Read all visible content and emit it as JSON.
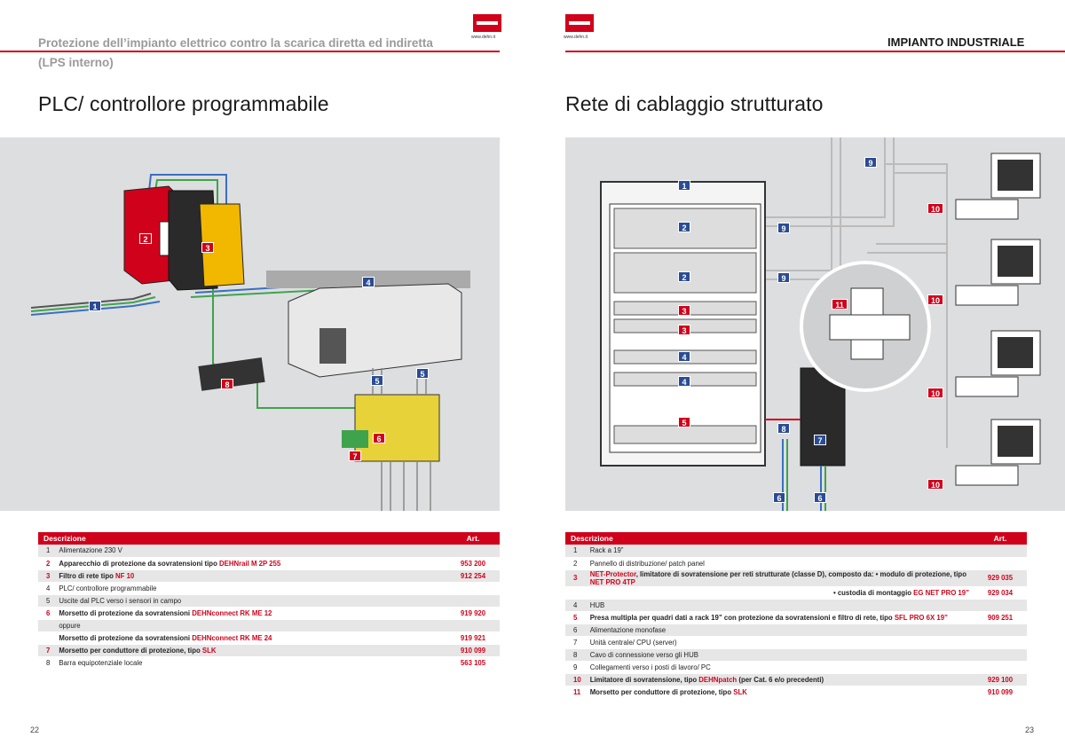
{
  "header": {
    "left_title_line1": "Protezione dell’impianto elettrico contro la scarica diretta ed indiretta",
    "left_title_line2": "(LPS interno)",
    "right_title": "IMPIANTO INDUSTRIALE",
    "logo_url_left": "www.dehn.it",
    "logo_url_right": "www.dehn.it"
  },
  "left": {
    "title": "PLC/ controllore programmabile",
    "figure_tags": [
      "1",
      "2",
      "3",
      "4",
      "5",
      "5",
      "6",
      "7",
      "8"
    ],
    "table": {
      "col_desc": "Descrizione",
      "col_art": "Art.",
      "rows": [
        {
          "n": "1",
          "pre": "Alimentazione 230 V",
          "prod": "",
          "post": "",
          "art": "",
          "hl": false
        },
        {
          "n": "2",
          "pre": "Apparecchio di protezione da sovratensioni tipo ",
          "prod": "DEHNrail M 2P 255",
          "post": "",
          "art": "953 200",
          "hl": true
        },
        {
          "n": "3",
          "pre": "Filtro di rete tipo ",
          "prod": "NF 10",
          "post": "",
          "art": "912 254",
          "hl": true
        },
        {
          "n": "4",
          "pre": "PLC/ controllore programmabile",
          "prod": "",
          "post": "",
          "art": "",
          "hl": false
        },
        {
          "n": "5",
          "pre": "Uscite dal PLC verso i sensori in campo",
          "prod": "",
          "post": "",
          "art": "",
          "hl": false
        },
        {
          "n": "6",
          "pre": "Morsetto di protezione da sovratensioni ",
          "prod": "DEHNconnect RK ME 12",
          "post": "",
          "art": "919 920",
          "hl": true
        },
        {
          "n": "",
          "pre": "oppure",
          "prod": "",
          "post": "",
          "art": "",
          "hl": false
        },
        {
          "n": "",
          "pre": "Morsetto di protezione da sovratensioni ",
          "prod": "DEHNconnect RK ME 24",
          "post": "",
          "art": "919 921",
          "hl": true
        },
        {
          "n": "7",
          "pre": "Morsetto per conduttore di protezione, tipo ",
          "prod": "SLK",
          "post": "",
          "art": "910 099",
          "hl": true
        },
        {
          "n": "8",
          "pre": "Barra equipotenziale locale",
          "prod": "",
          "post": "",
          "art": "563 105",
          "hl": false
        }
      ]
    },
    "page_number": "22"
  },
  "right": {
    "title": "Rete di cablaggio strutturato",
    "figure_tags": [
      "1",
      "2",
      "2",
      "3",
      "3",
      "4",
      "4",
      "5",
      "6",
      "6",
      "7",
      "8",
      "9",
      "9",
      "9",
      "10",
      "10",
      "10",
      "10",
      "11"
    ],
    "table": {
      "col_desc": "Descrizione",
      "col_art": "Art.",
      "rows": [
        {
          "n": "1",
          "pre": "Rack a 19”",
          "prod": "",
          "post": "",
          "art": "",
          "hl": false
        },
        {
          "n": "2",
          "pre": "Pannello di distribuzione/ patch panel",
          "prod": "",
          "post": "",
          "art": "",
          "hl": false
        },
        {
          "n": "3",
          "pre": "",
          "prod": "NET-Protector",
          "post": ", limitatore di sovratensione per reti strutturate (classe D), composto da: • modulo di protezione, tipo ",
          "prod2": "NET PRO 4TP",
          "art": "929 035",
          "hl": true
        },
        {
          "n": "",
          "pre": "• custodia di montaggio ",
          "prod": "EG NET PRO 19”",
          "post": "",
          "art": "929 034",
          "hl": true,
          "right": true
        },
        {
          "n": "4",
          "pre": "HUB",
          "prod": "",
          "post": "",
          "art": "",
          "hl": false
        },
        {
          "n": "5",
          "pre": "Presa multipla per quadri dati a rack 19” con protezione da sovratensioni e filtro di rete, tipo ",
          "prod": "SFL PRO 6X 19”",
          "post": "",
          "art": "909 251",
          "hl": true
        },
        {
          "n": "6",
          "pre": "Alimentazione monofase",
          "prod": "",
          "post": "",
          "art": "",
          "hl": false
        },
        {
          "n": "7",
          "pre": "Unità centrale/ CPU (server)",
          "prod": "",
          "post": "",
          "art": "",
          "hl": false
        },
        {
          "n": "8",
          "pre": "Cavo di connessione verso gli HUB",
          "prod": "",
          "post": "",
          "art": "",
          "hl": false
        },
        {
          "n": "9",
          "pre": "Collegamenti verso i posti di lavoro/ PC",
          "prod": "",
          "post": "",
          "art": "",
          "hl": false
        },
        {
          "n": "10",
          "pre": "Limitatore di sovratensione, tipo ",
          "prod": "DEHNpatch",
          "post": " (per Cat. 6 e/o precedenti)",
          "art": "929 100",
          "hl": true
        },
        {
          "n": "11",
          "pre": "Morsetto per conduttore di protezione, tipo ",
          "prod": "SLK",
          "post": "",
          "art": "910 099",
          "hl": true
        }
      ]
    },
    "page_number": "23"
  },
  "colors": {
    "accent": "#d0021b",
    "tag_blue": "#2b4c94",
    "figure_bg": "#dcdee0",
    "row_grey": "#e6e6e6"
  }
}
